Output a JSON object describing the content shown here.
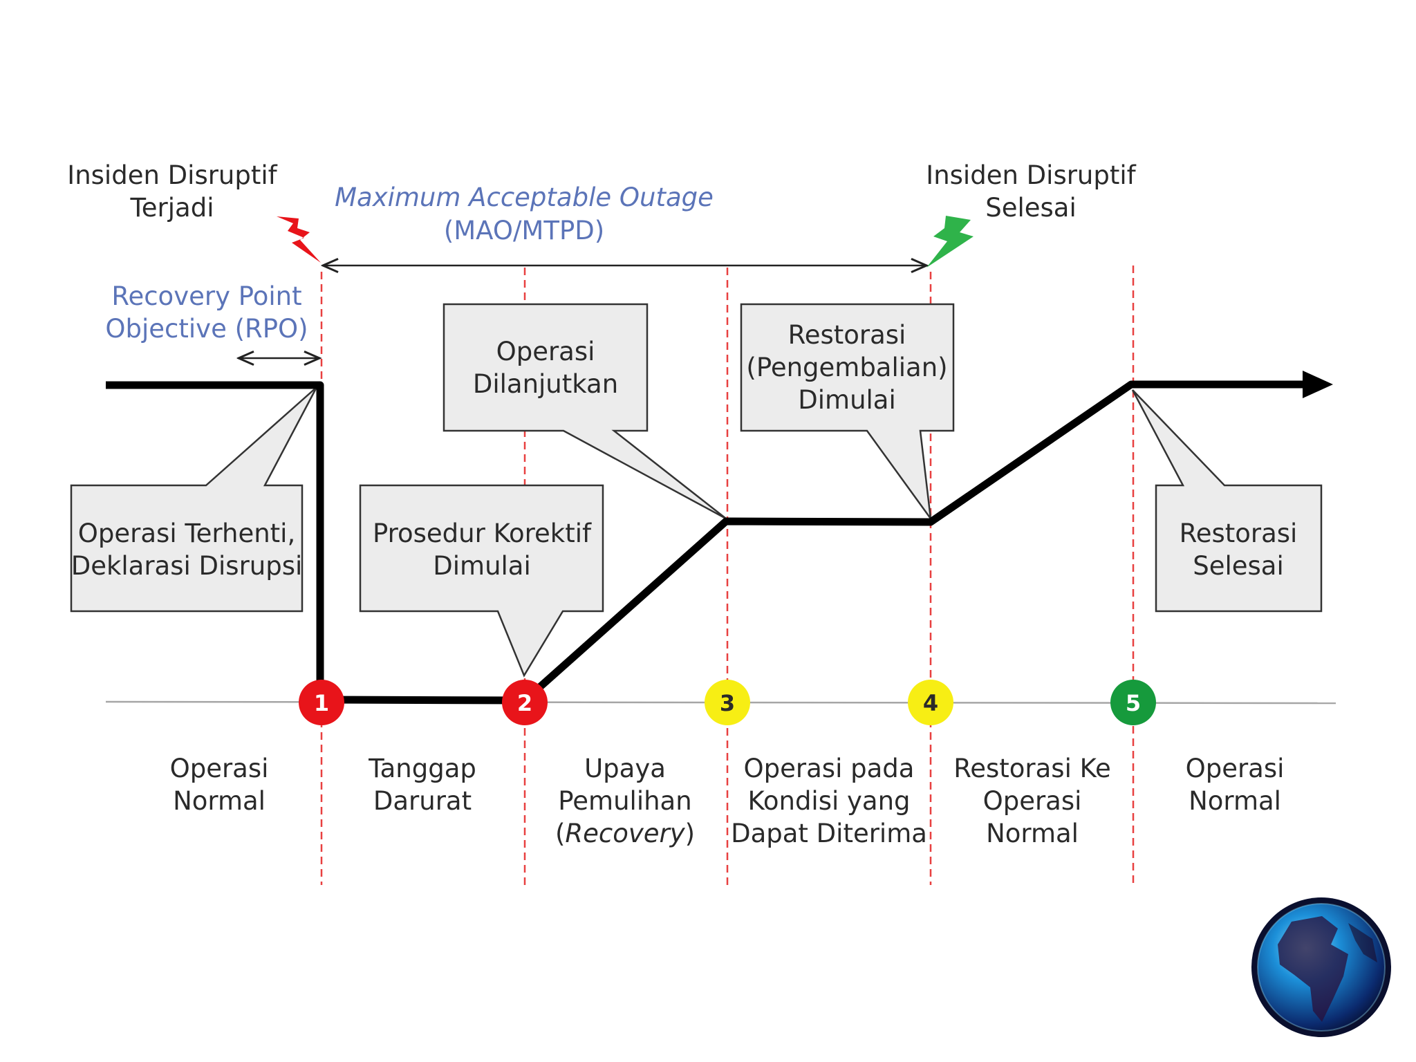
{
  "top_labels": {
    "start_line1": "Insiden Disruptif",
    "start_line2": "Terjadi",
    "end_line1": "Insiden Disruptif",
    "end_line2": "Selesai",
    "mao_line1": "Maximum Acceptable Outage",
    "mao_line2": "(MAO/MTPD)",
    "rpo_line1": "Recovery Point",
    "rpo_line2": "Objective (RPO)"
  },
  "callouts": {
    "stop_line1": "Operasi Terhenti,",
    "stop_line2": "Deklarasi Disrupsi",
    "corrective_line1": "Prosedur Korektif",
    "corrective_line2": "Dimulai",
    "continue_line1": "Operasi",
    "continue_line2": "Dilanjutkan",
    "restore_line1": "Restorasi",
    "restore_line2": "(Pengembalian)",
    "restore_line3": "Dimulai",
    "done_line1": "Restorasi",
    "done_line2": "Selesai"
  },
  "milestones": [
    {
      "number": "1",
      "color": "#e8141a"
    },
    {
      "number": "2",
      "color": "#e8141a"
    },
    {
      "number": "3",
      "color": "#f7ee14"
    },
    {
      "number": "4",
      "color": "#f7ee14"
    },
    {
      "number": "5",
      "color": "#169a3c"
    }
  ],
  "phases": {
    "p1_line1": "Operasi",
    "p1_line2": "Normal",
    "p2_line1": "Tanggap",
    "p2_line2": "Darurat",
    "p3_line1": "Upaya",
    "p3_line2": "Pemulihan",
    "p3_line3_open": "(",
    "p3_line3_italic": "Recovery",
    "p3_line3_close": ")",
    "p4_line1": "Operasi pada",
    "p4_line2": "Kondisi yang",
    "p4_line3": "Dapat Diterima",
    "p5_line1": "Restorasi Ke",
    "p5_line2": "Operasi",
    "p5_line3": "Normal",
    "p6_line1": "Operasi",
    "p6_line2": "Normal"
  },
  "colors": {
    "disruption_bolt": "#e8141a",
    "resolution_bolt": "#2fb34a",
    "marker_line": "#e84040",
    "annotation_text": "#5b74b8"
  },
  "logo": {
    "name": "globe-icon"
  }
}
